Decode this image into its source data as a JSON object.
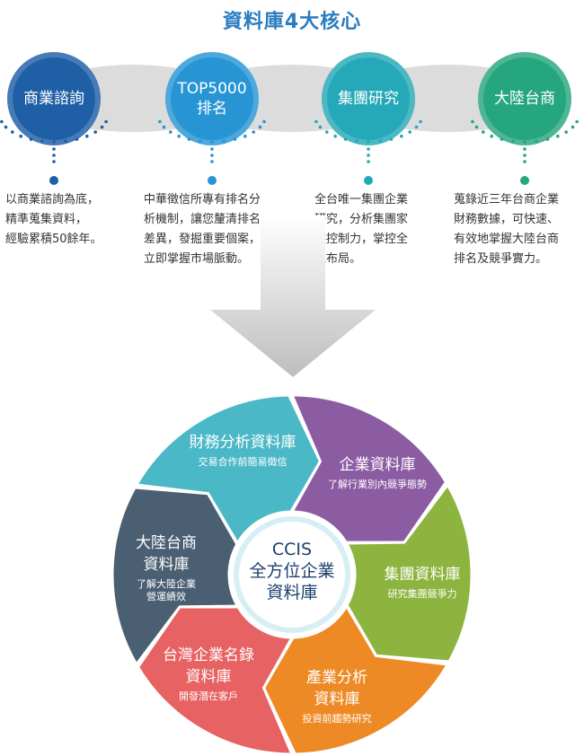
{
  "title": "資料庫4大核心",
  "pillars": [
    {
      "lines": [
        "商業諮詢"
      ],
      "color": "#1f5fa6",
      "desc": [
        "以商業諮詢為底，",
        "精準蒐集資料，",
        "經驗累積50餘年。"
      ]
    },
    {
      "lines": [
        "TOP5000",
        "排名"
      ],
      "color": "#2795d4",
      "desc": [
        "中華徵信所專有排名分",
        "析機制，讓您釐清排名",
        "差異，發掘重要個案，",
        "立即掌握市場脈動。"
      ]
    },
    {
      "lines": [
        "集團研究"
      ],
      "color": "#25a9b8",
      "desc": [
        "全台唯一集團企業",
        "研究，分析集團家",
        "族控制力，掌控全",
        "球布局。"
      ]
    },
    {
      "lines": [
        "大陸台商"
      ],
      "color": "#26a67e",
      "desc": [
        "蒐錄近三年台商企業",
        "財務數據，可快速、",
        "有效地掌握大陸台商",
        "排名及競爭實力。"
      ]
    }
  ],
  "center": [
    "CCIS",
    "全方位企業",
    "資料庫"
  ],
  "segments": [
    {
      "title": [
        "財務分析資料庫"
      ],
      "sub": [
        "交易合作前簡易徵信"
      ],
      "color": "#4bb8c8"
    },
    {
      "title": [
        "企業資料庫"
      ],
      "sub": [
        "了解行業別內競爭態勢"
      ],
      "color": "#8c5ca3"
    },
    {
      "title": [
        "集團資料庫"
      ],
      "sub": [
        "研究集團競爭力"
      ],
      "color": "#8cb43e"
    },
    {
      "title": [
        "產業分析",
        "資料庫"
      ],
      "sub": [
        "投資前趨勢研究"
      ],
      "color": "#ee8a25"
    },
    {
      "title": [
        "台灣企業名錄",
        "資料庫"
      ],
      "sub": [
        "開發潛在客戶"
      ],
      "color": "#e76262"
    },
    {
      "title": [
        "大陸台商",
        "資料庫"
      ],
      "sub": [
        "了解大陸企業",
        "營運績效"
      ],
      "color": "#4a5f72"
    }
  ]
}
